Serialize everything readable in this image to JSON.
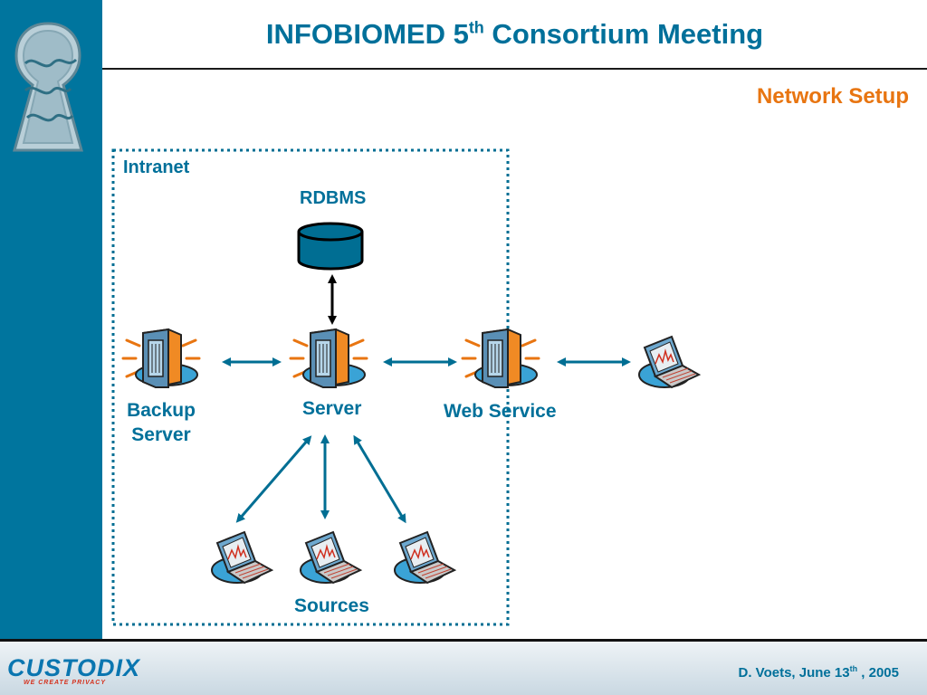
{
  "header": {
    "title": "INFOBIOMED 5",
    "title_sup": "th",
    "title_rest": " Consortium Meeting",
    "subtitle": "Network Setup"
  },
  "diagram": {
    "intranet_label": "Intranet",
    "rdbms_label": "RDBMS",
    "backup_label_line1": "Backup",
    "backup_label_line2": "Server",
    "server_label": "Server",
    "web_service_label": "Web Service",
    "sources_label": "Sources"
  },
  "footer": {
    "brand": "CUSTODIX",
    "tagline": "WE CREATE PRIVACY",
    "credit_pre": "D. Voets, June 13",
    "credit_sup": "th",
    "credit_post": " , 2005"
  },
  "colors": {
    "sidebar": "#00759e",
    "title": "#00709a",
    "subtitle": "#e87511",
    "arrows": "#006e93"
  },
  "icons": [
    "keyhole-dna-logo",
    "database-icon",
    "server-icon",
    "laptop-icon"
  ]
}
